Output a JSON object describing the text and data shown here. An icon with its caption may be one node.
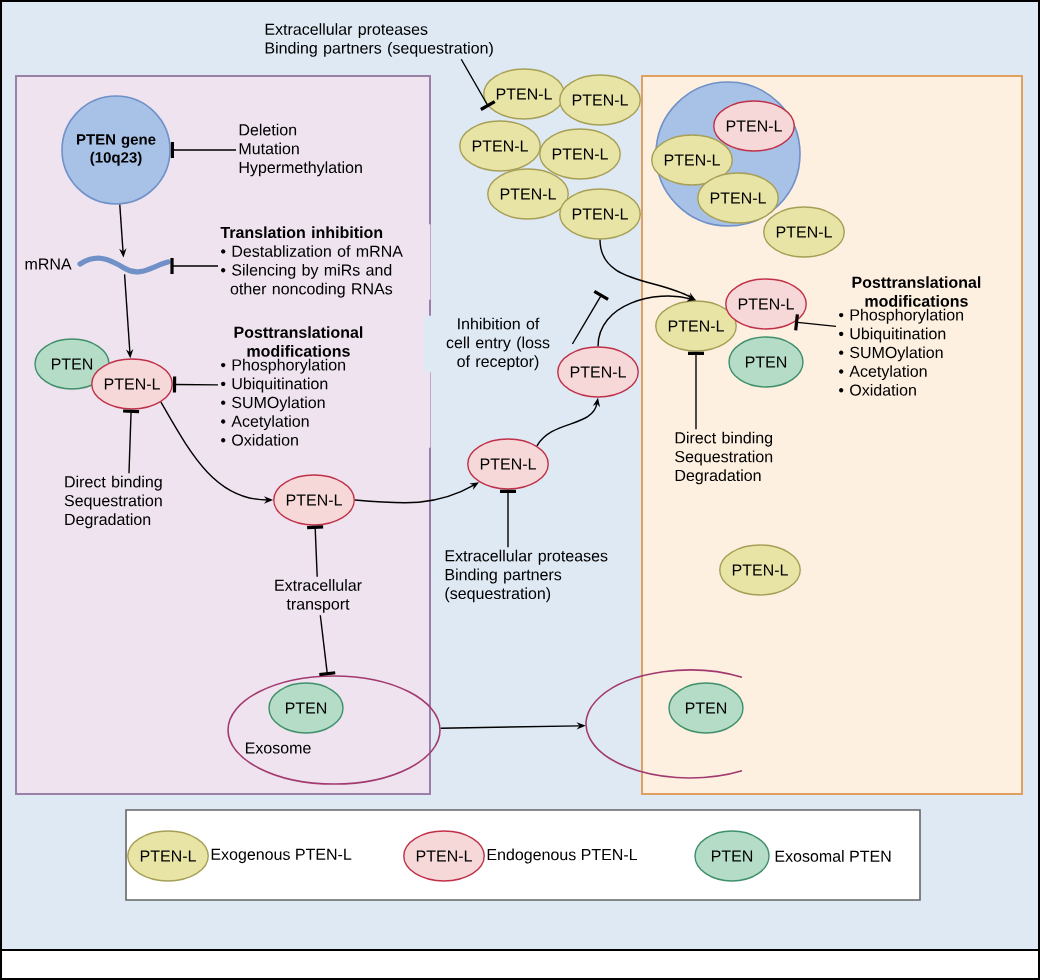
{
  "diagram": {
    "nodes": [
      {
        "text": [],
        "shape": "box"
      },
      {
        "text": [],
        "shape": "box"
      },
      {
        "text": [
          "PTEN gene (10q23)"
        ],
        "in": 0
      },
      {
        "text": [
          "Deletion",
          "Mutation",
          "Hypermethylation"
        ],
        "in": 0
      },
      {
        "text": [
          "mRNA"
        ],
        "in": 0
      },
      {
        "text": [
          "Translation inhibition",
          "• Destablization of mRNA",
          "• Silencing by miRs and other noncoding RNAs"
        ],
        "in": 0
      },
      {
        "text": [
          "PTEN"
        ],
        "in": 0
      },
      {
        "text": [
          "PTEN-L"
        ],
        "in": 0
      },
      {
        "text": [
          "Posttranslational modifications",
          "• Phosphorylation",
          "• Ubiquitination",
          "• SUMOylation",
          "• Acetylation",
          "• Oxidation"
        ],
        "in": 0
      },
      {
        "text": [
          "Direct binding",
          "Sequestration",
          "Degradation"
        ],
        "in": 0
      },
      {
        "text": [
          "PTEN-L"
        ],
        "in": 0
      },
      {
        "text": [
          "Extracellular transport"
        ],
        "in": 0
      },
      {
        "text": [
          "Exosome"
        ],
        "in": 0
      },
      {
        "text": [
          "PTEN"
        ],
        "in": 12
      },
      {
        "text": [
          "Extracellular proteases",
          "Binding partners (sequestration)"
        ]
      },
      {
        "text": [
          "PTEN-L"
        ]
      },
      {
        "text": [
          "PTEN-L"
        ]
      },
      {
        "text": [
          "PTEN-L"
        ]
      },
      {
        "text": [
          "PTEN-L"
        ]
      },
      {
        "text": [
          "PTEN-L"
        ]
      },
      {
        "text": [
          "PTEN-L"
        ]
      },
      {
        "text": [
          "Inhibition of cell entry (loss of receptor)"
        ]
      },
      {
        "text": [
          "PTEN-L"
        ]
      },
      {
        "text": [
          "PTEN-L"
        ]
      },
      {
        "text": [
          "Extracellular proteases",
          "Binding partners (sequestration)"
        ]
      },
      {
        "text": [],
        "shape": "circle",
        "in": 1
      },
      {
        "text": [
          "PTEN-L"
        ],
        "in": 25
      },
      {
        "text": [
          "PTEN-L"
        ],
        "in": 25
      },
      {
        "text": [
          "PTEN-L"
        ],
        "in": 25
      },
      {
        "text": [
          "PTEN-L"
        ],
        "in": 1
      },
      {
        "text": [
          "PTEN-L"
        ],
        "in": 1
      },
      {
        "text": [
          "PTEN-L"
        ],
        "in": 1
      },
      {
        "text": [
          "PTEN"
        ],
        "in": 1
      },
      {
        "text": [
          "Posttranslational modifications",
          "• Phosphorylation",
          "• Ubiquitination",
          "• SUMOylation",
          "• Acetylation",
          "• Oxidation"
        ],
        "in": 1
      },
      {
        "text": [
          "Direct binding",
          "Sequestration",
          "Degradation"
        ],
        "in": 1
      },
      {
        "text": [
          "PTEN-L"
        ],
        "in": 1
      },
      {
        "text": [],
        "shape": "arc"
      },
      {
        "text": [
          "PTEN"
        ]
      }
    ],
    "edges": [
      {
        "from": 3,
        "to": 2,
        "arrow": "other"
      },
      {
        "from": 2,
        "to": 4,
        "arrow": "to"
      },
      {
        "from": 5,
        "to": 4,
        "arrow": "other"
      },
      {
        "from": 4,
        "to": 7,
        "arrow": "to"
      },
      {
        "from": 8,
        "to": 7,
        "arrow": "other"
      },
      {
        "from": 9,
        "to": 7,
        "arrow": "other"
      },
      {
        "from": 7,
        "to": 10,
        "arrow": "to"
      },
      {
        "from": 11,
        "to": 10,
        "arrow": "other"
      },
      {
        "from": 11,
        "to": 12,
        "arrow": "other"
      },
      {
        "from": 10,
        "to": 22,
        "arrow": "to"
      },
      {
        "from": 24,
        "to": 22,
        "arrow": "other"
      },
      {
        "from": 22,
        "to": 23,
        "arrow": "to"
      },
      {
        "from": 23,
        "to": 30,
        "arrow": "to"
      },
      {
        "from": 20,
        "to": 30,
        "arrow": "to"
      },
      {
        "from": 21,
        "to": null,
        "arrow": "other"
      },
      {
        "from": 14,
        "to": 15,
        "arrow": "other"
      },
      {
        "from": 33,
        "to": 31,
        "arrow": "other"
      },
      {
        "from": 34,
        "to": 30,
        "arrow": "other"
      },
      {
        "from": 12,
        "to": 36,
        "arrow": "to"
      }
    ],
    "labels": [
      "PTEN-L",
      "PTEN-L",
      "PTEN"
    ],
    "legend": [
      {
        "text": "Exogenous PTEN-L",
        "color": "#e8e4a6"
      },
      {
        "text": "Endogenous PTEN-L",
        "color": "#f6d8d8"
      },
      {
        "text": "Exosomal PTEN",
        "color": "#b5dcc6"
      }
    ]
  }
}
